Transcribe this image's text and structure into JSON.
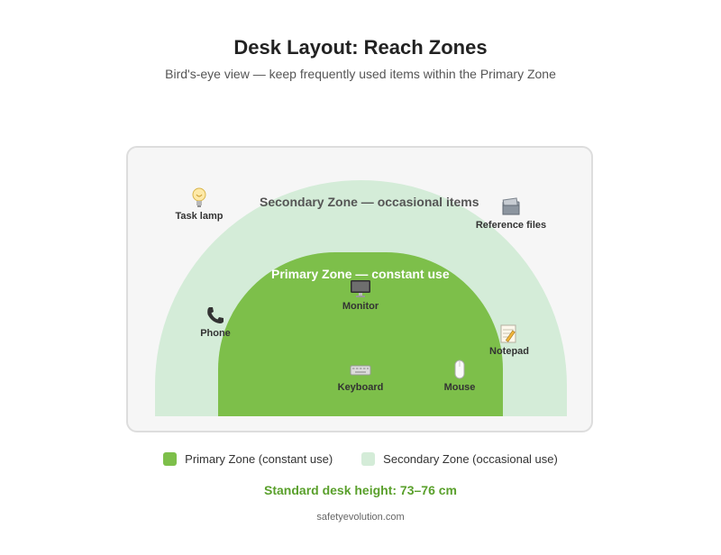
{
  "header": {
    "title": "Desk Layout: Reach Zones",
    "subtitle": "Bird's-eye view — keep frequently used items within the Primary Zone"
  },
  "zones": {
    "secondary": {
      "label": "Secondary Zone — occasional items",
      "color": "#d4ecd8"
    },
    "primary": {
      "label": "Primary Zone — constant use",
      "color": "#7dbf4a"
    }
  },
  "items": {
    "task_lamp": {
      "label": "Task lamp",
      "icon": "lightbulb-icon"
    },
    "reference_files": {
      "label": "Reference files",
      "icon": "folder-icon"
    },
    "monitor": {
      "label": "Monitor",
      "icon": "monitor-icon"
    },
    "phone": {
      "label": "Phone",
      "icon": "phone-icon"
    },
    "notepad": {
      "label": "Notepad",
      "icon": "notepad-icon"
    },
    "keyboard": {
      "label": "Keyboard",
      "icon": "keyboard-icon"
    },
    "mouse": {
      "label": "Mouse",
      "icon": "mouse-icon"
    }
  },
  "legend": {
    "primary": "Primary Zone (constant use)",
    "secondary": "Secondary Zone (occasional use)"
  },
  "desk_height": {
    "text": "Standard desk height: 73–76 cm",
    "color": "#5aa02c"
  },
  "source": "safetyevolution.com",
  "colors": {
    "desk_background": "#f6f6f6",
    "desk_border": "#dddddd"
  }
}
